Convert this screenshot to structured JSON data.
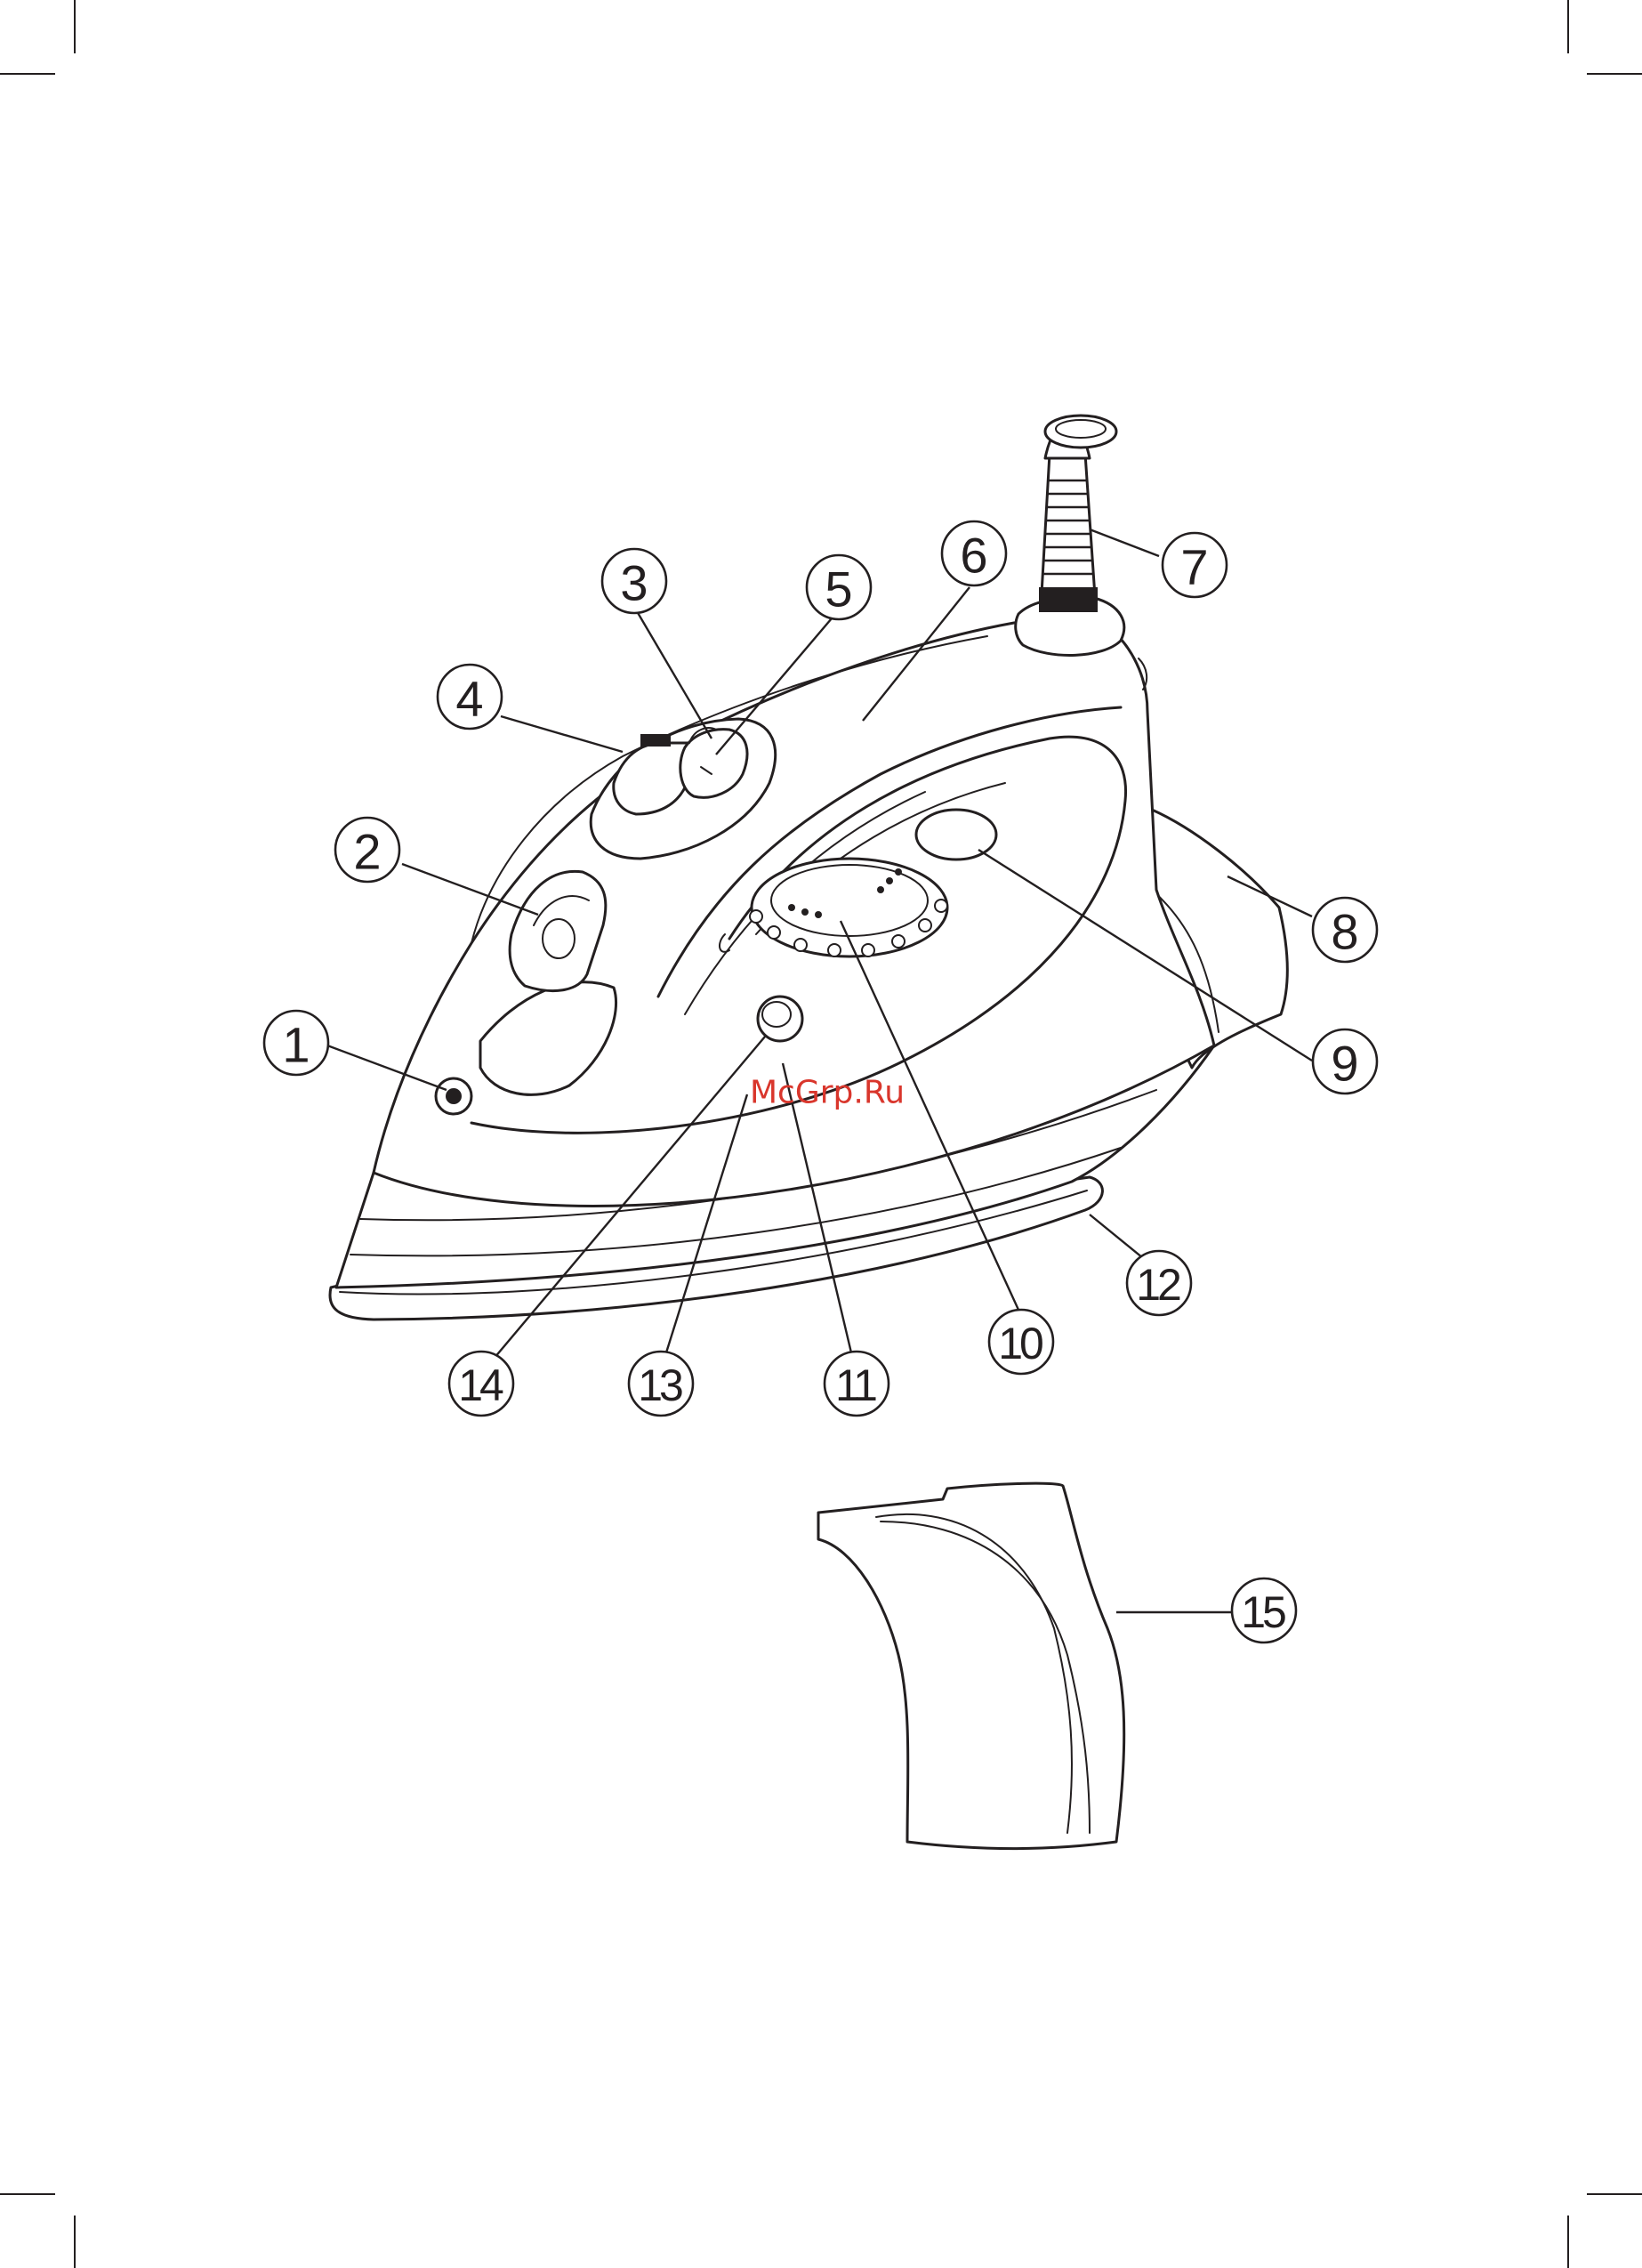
{
  "diagram": {
    "watermark": "McGrp.Ru",
    "callouts": [
      {
        "id": "1",
        "label": "1"
      },
      {
        "id": "2",
        "label": "2"
      },
      {
        "id": "3",
        "label": "3"
      },
      {
        "id": "4",
        "label": "4"
      },
      {
        "id": "5",
        "label": "5"
      },
      {
        "id": "6",
        "label": "6"
      },
      {
        "id": "7",
        "label": "7"
      },
      {
        "id": "8",
        "label": "8"
      },
      {
        "id": "9",
        "label": "9"
      },
      {
        "id": "10",
        "label": "10"
      },
      {
        "id": "11",
        "label": "11"
      },
      {
        "id": "12",
        "label": "12"
      },
      {
        "id": "13",
        "label": "13"
      },
      {
        "id": "14",
        "label": "14"
      },
      {
        "id": "15",
        "label": "15"
      }
    ]
  }
}
